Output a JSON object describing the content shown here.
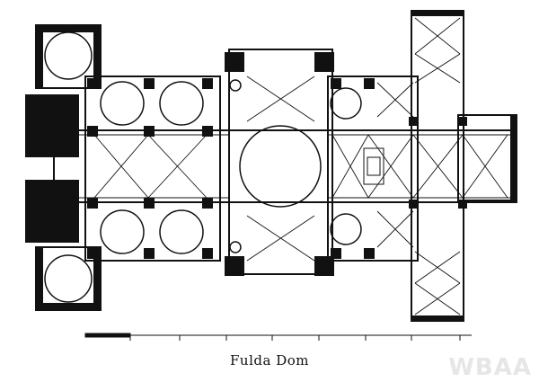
{
  "drawing": {
    "caption": "Fulda Dom",
    "watermark": "WBAA",
    "scale_bar_ticks": 9
  },
  "colors": {
    "ink": "#111111",
    "paper": "#ffffff",
    "watermark": "#e6e6e6"
  }
}
